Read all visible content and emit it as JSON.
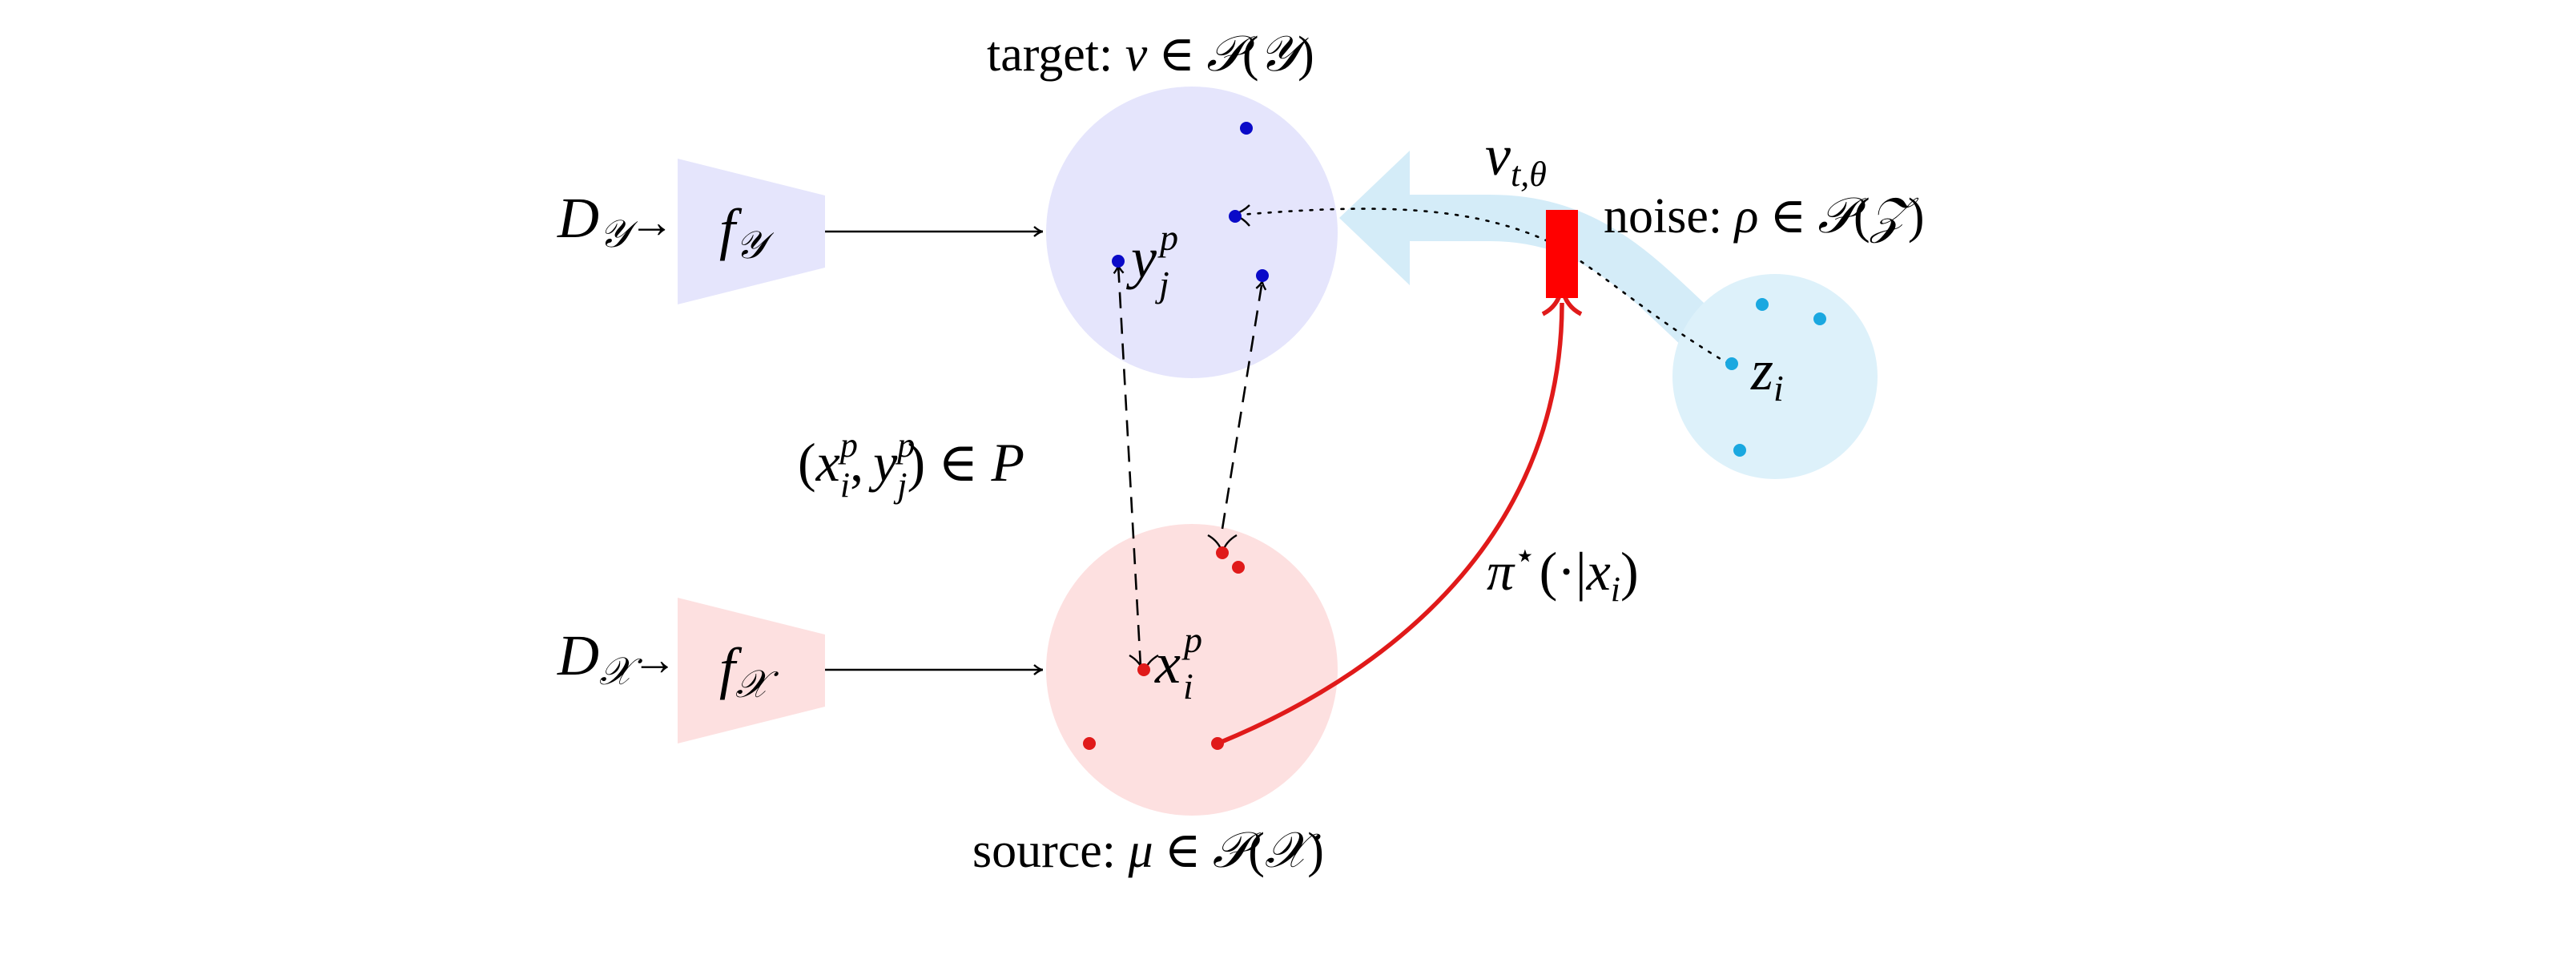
{
  "labels": {
    "target_text": "target: ",
    "target_var": "ν",
    "in": "∈",
    "P": "𝒫",
    "Y": "𝒴",
    "X": "𝒳",
    "Z": "𝒵",
    "lpar": "(",
    "rpar": ")",
    "source_text": "source: ",
    "source_var": "μ",
    "noise_text": "noise: ",
    "noise_var": "ρ",
    "D": "D",
    "f": "f",
    "arrow_in": "→",
    "v": "v",
    "v_sub": "t,θ",
    "y": "y",
    "x": "x",
    "z": "z",
    "sub_j": "j",
    "sub_i": "i",
    "sup_p": "p",
    "comma": ",",
    "P_set": "P",
    "pi": "π",
    "star": "⋆",
    "cdot": "·",
    "bar": "|"
  },
  "colors": {
    "target_fill": "#e5e5fc",
    "source_fill": "#fde0e0",
    "noise_fill": "#ddf1fa",
    "blue_dot": "#0a0ac8",
    "red_dot": "#e01a1a",
    "cyan_dot": "#1aa8e0",
    "red_bar": "#ff0000",
    "red_curve": "#e01a1a",
    "flow_arrow": "#d4ecf8",
    "line": "#000000"
  }
}
